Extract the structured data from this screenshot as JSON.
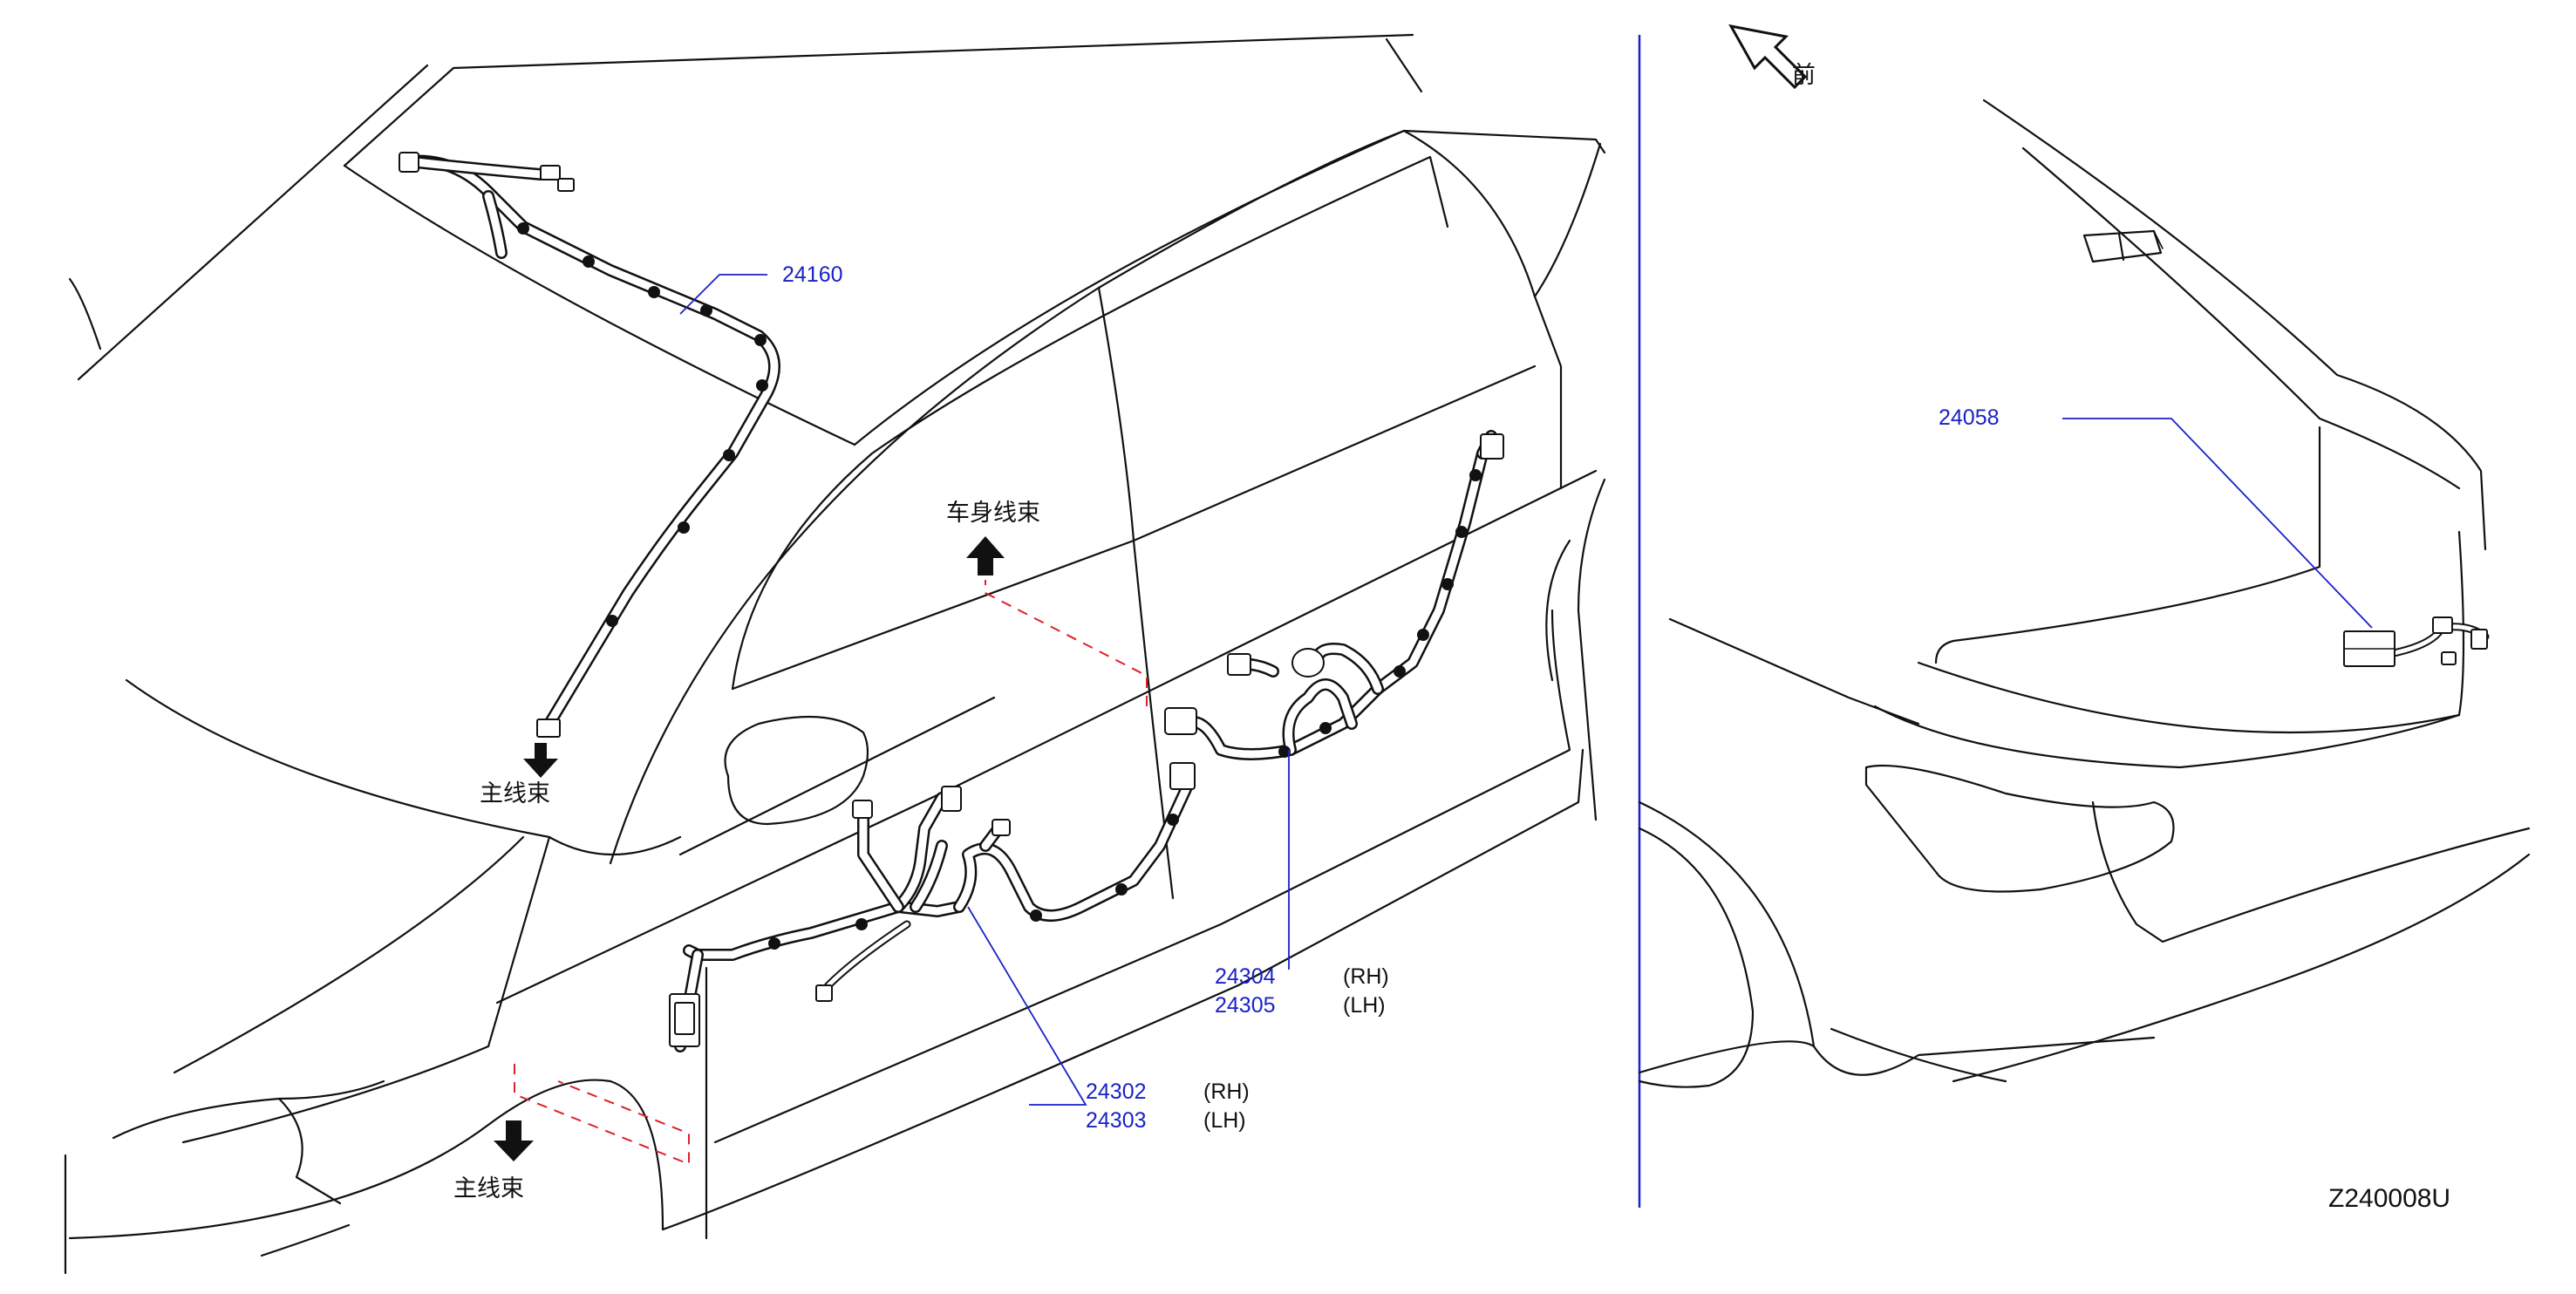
{
  "callouts": {
    "p24160": {
      "code": "24160"
    },
    "p24058": {
      "code": "24058"
    },
    "p24304": {
      "code": "24304",
      "side": "(RH)"
    },
    "p24305": {
      "code": "24305",
      "side": "(LH)"
    },
    "p24302": {
      "code": "24302",
      "side": "(RH)"
    },
    "p24303": {
      "code": "24303",
      "side": "(LH)"
    }
  },
  "annotations": {
    "main_harness_top": "主线束",
    "main_harness_bottom": "主线束",
    "body_harness": "车身线束",
    "front": "前"
  },
  "figure_code": "Z240008U",
  "colors": {
    "callout": "#1a22c8",
    "dashed_route": "#e0202a",
    "line": "#111111"
  },
  "icons": {
    "front_direction": "hollow-arrow-up-left",
    "route_arrow": "solid-arrow"
  }
}
